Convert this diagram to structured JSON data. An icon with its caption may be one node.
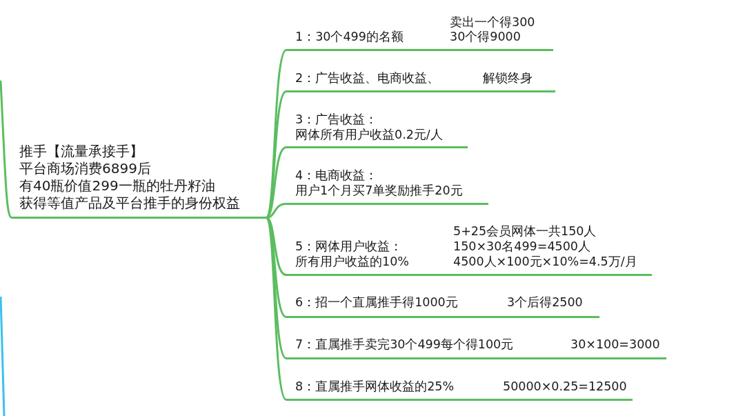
{
  "diagram": {
    "nodes": [
      {
        "text": [
          "推手【流量承接手】",
          "平台商场消费6899后",
          "有40瓶价值299一瓶的牡丹籽油",
          "获得等值产品及平台推手的身份权益"
        ]
      },
      {
        "text": [
          "1：30个499的名额",
          "卖出一个得300",
          "30个得9000"
        ]
      },
      {
        "text": [
          "2：广告收益、电商收益、",
          "解锁终身"
        ]
      },
      {
        "text": [
          "3：广告收益：",
          "网体所有用户收益0.2元/人"
        ]
      },
      {
        "text": [
          "4：电商收益：",
          "用户1个月买7单奖励推手20元"
        ]
      },
      {
        "text": [
          "5：网体用户收益：",
          "所有用户收益的10%",
          "5+25会员网体一共150人",
          "150×30名499=4500人",
          "4500人×100元×10%=4.5万/月"
        ]
      },
      {
        "text": [
          "6：招一个直属推手得1000元",
          "3个后得2500"
        ]
      },
      {
        "text": [
          "7：直属推手卖完30个499每个得100元",
          "30×100=3000"
        ]
      },
      {
        "text": [
          "8：直属推手网体收益的25%",
          "50000×0.25=12500"
        ]
      }
    ],
    "edges": [
      {
        "from": null,
        "to": 0,
        "arrow": "none"
      },
      {
        "from": 0,
        "to": 1,
        "arrow": "none"
      },
      {
        "from": 0,
        "to": 2,
        "arrow": "none"
      },
      {
        "from": 0,
        "to": 3,
        "arrow": "none"
      },
      {
        "from": 0,
        "to": 4,
        "arrow": "none"
      },
      {
        "from": 0,
        "to": 5,
        "arrow": "none"
      },
      {
        "from": 0,
        "to": 6,
        "arrow": "none"
      },
      {
        "from": 0,
        "to": 7,
        "arrow": "none"
      },
      {
        "from": 0,
        "to": 8,
        "arrow": "none"
      }
    ]
  }
}
